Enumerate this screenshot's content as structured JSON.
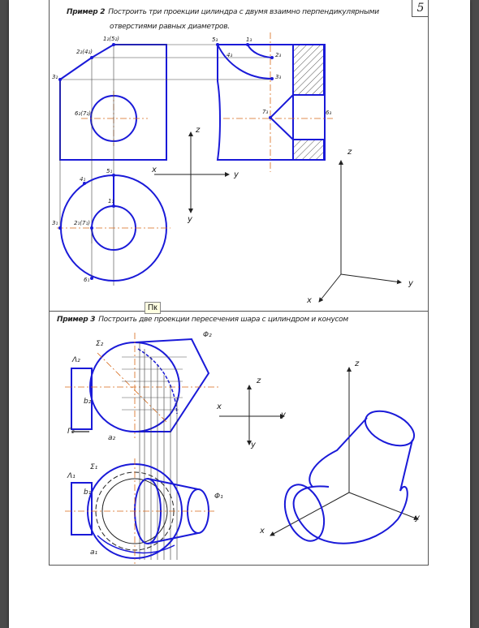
{
  "page_number": "5",
  "example2": {
    "label": "Пример 2",
    "text_line1": "Построить три проекции цилиндра с двумя взаимно перпендикулярными",
    "text_line2": "отверстиями равных диаметров."
  },
  "example3": {
    "label": "Пример 3",
    "text": "Построить две проекции пересечения шара с цилиндром и конусом"
  },
  "tooltip": "Пк",
  "labels": {
    "p1s2": "1₂(5₂)",
    "p2s4": "2₂(4₂)",
    "p3": "3₂",
    "p6s7": "6₂(7₂)",
    "s5": "5₃",
    "s1": "1₃",
    "s4": "4₃",
    "s2": "2₃",
    "s3": "3₃",
    "s7": "7₃",
    "s6": "6₃",
    "t4": "4₁",
    "t5": "5₁",
    "t1": "1₁",
    "t3": "3₁",
    "t27": "2₁(7₁)",
    "t6": "6₁",
    "ax_x": "x",
    "ax_y": "y",
    "ax_z": "z",
    "sigma2": "Σ₂",
    "lambda2": "Λ₂",
    "phi2": "Φ₂",
    "gamma2": "Γ₂",
    "b2": "b₂",
    "a2": "a₂",
    "sigma1": "Σ₁",
    "lambda1": "Λ₁",
    "phi1": "Φ₁",
    "b1": "b₁",
    "a1": "a₁"
  }
}
